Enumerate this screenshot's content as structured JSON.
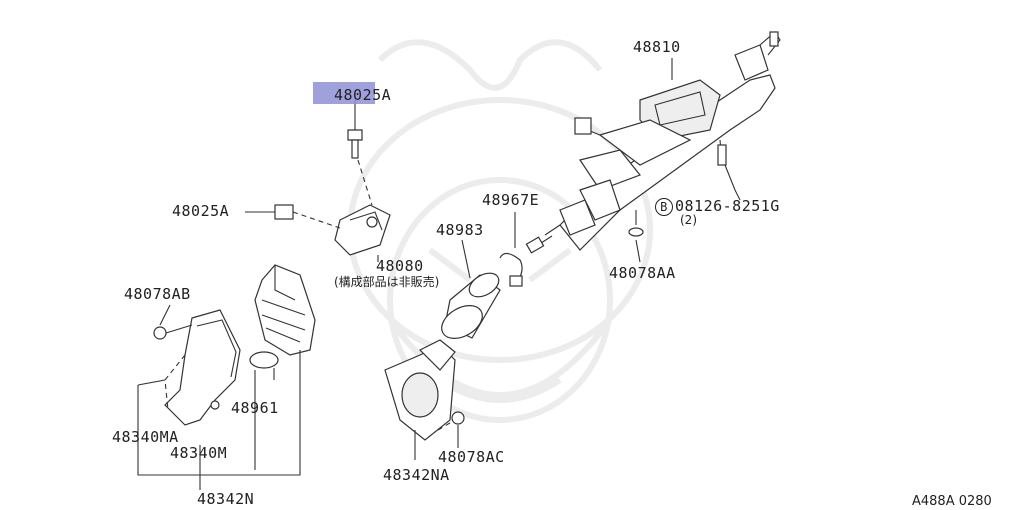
{
  "diagram_code": "A488A 0280",
  "parts": [
    {
      "id": "p-48810",
      "label": "48810"
    },
    {
      "id": "p-48025a-top",
      "label": "48025A",
      "highlighted": true
    },
    {
      "id": "p-48025a-left",
      "label": "48025A"
    },
    {
      "id": "p-48967e",
      "label": "48967E"
    },
    {
      "id": "p-08126",
      "label": "08126-8251G",
      "prefix": "B"
    },
    {
      "id": "p-08126-qty",
      "label": "(2)"
    },
    {
      "id": "p-48983",
      "label": "48983"
    },
    {
      "id": "p-48080",
      "label": "48080"
    },
    {
      "id": "p-48080-note",
      "label": "(構成部品は非販売)"
    },
    {
      "id": "p-48078aa",
      "label": "48078AA"
    },
    {
      "id": "p-48078ab",
      "label": "48078AB"
    },
    {
      "id": "p-48961",
      "label": "48961"
    },
    {
      "id": "p-48340ma",
      "label": "48340MA"
    },
    {
      "id": "p-48340m",
      "label": "48340M"
    },
    {
      "id": "p-48342n",
      "label": "48342N"
    },
    {
      "id": "p-48342na",
      "label": "48342NA"
    },
    {
      "id": "p-48078ac",
      "label": "48078AC"
    }
  ],
  "colors": {
    "highlight": "#8e90d6",
    "ink": "#333333",
    "watermark": "#ececec"
  }
}
